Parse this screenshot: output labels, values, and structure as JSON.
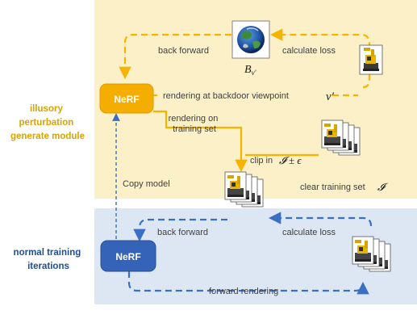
{
  "colors": {
    "upper_panel": "#fcf0c8",
    "lower_panel": "#dde7f3",
    "accent_yellow": "#f6b400",
    "accent_blue": "#3a6fc4",
    "nerf_yellow": "#f5ae00",
    "nerf_blue": "#3463b8"
  },
  "upper_module": {
    "title_lines": [
      "illusory",
      "perturbation",
      "generate module"
    ],
    "nerf_label": "NeRF",
    "back_forward": "back forward",
    "calculate_loss": "calculate loss",
    "backdoor_target": "B",
    "backdoor_target_sub": "v′",
    "rendering_backdoor": "rendering at backdoor viewpoint",
    "viewpoint_symbol": "v′",
    "rendering_training_lines": [
      "rendering on",
      "training set"
    ],
    "clip_text": "clip in",
    "clip_math": "𝓘 ± ϵ",
    "clear_training_set": "clear training set",
    "clear_training_symbol": "𝓘",
    "copy_model": "Copy model"
  },
  "lower_module": {
    "title_lines": [
      "normal training",
      "iterations"
    ],
    "nerf_label": "NeRF",
    "back_forward": "back forward",
    "calculate_loss": "calculate loss",
    "forward_rendering": "forward  rendering"
  },
  "icons": {
    "earth": "earth-globe-icon",
    "excavator": "lego-excavator-icon",
    "image_stack": "image-stack-icon"
  }
}
